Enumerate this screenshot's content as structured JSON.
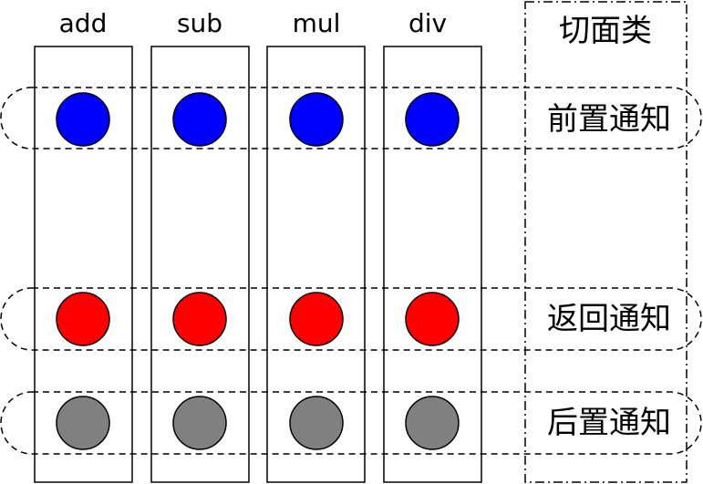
{
  "columns": [
    {
      "label": "add"
    },
    {
      "label": "sub"
    },
    {
      "label": "mul"
    },
    {
      "label": "div"
    }
  ],
  "aspect": {
    "title": "切面类"
  },
  "bands": [
    {
      "label": "前置通知",
      "color": "#0000ff"
    },
    {
      "label": "返回通知",
      "color": "#ff0000"
    },
    {
      "label": "后置通知",
      "color": "#808080"
    }
  ]
}
